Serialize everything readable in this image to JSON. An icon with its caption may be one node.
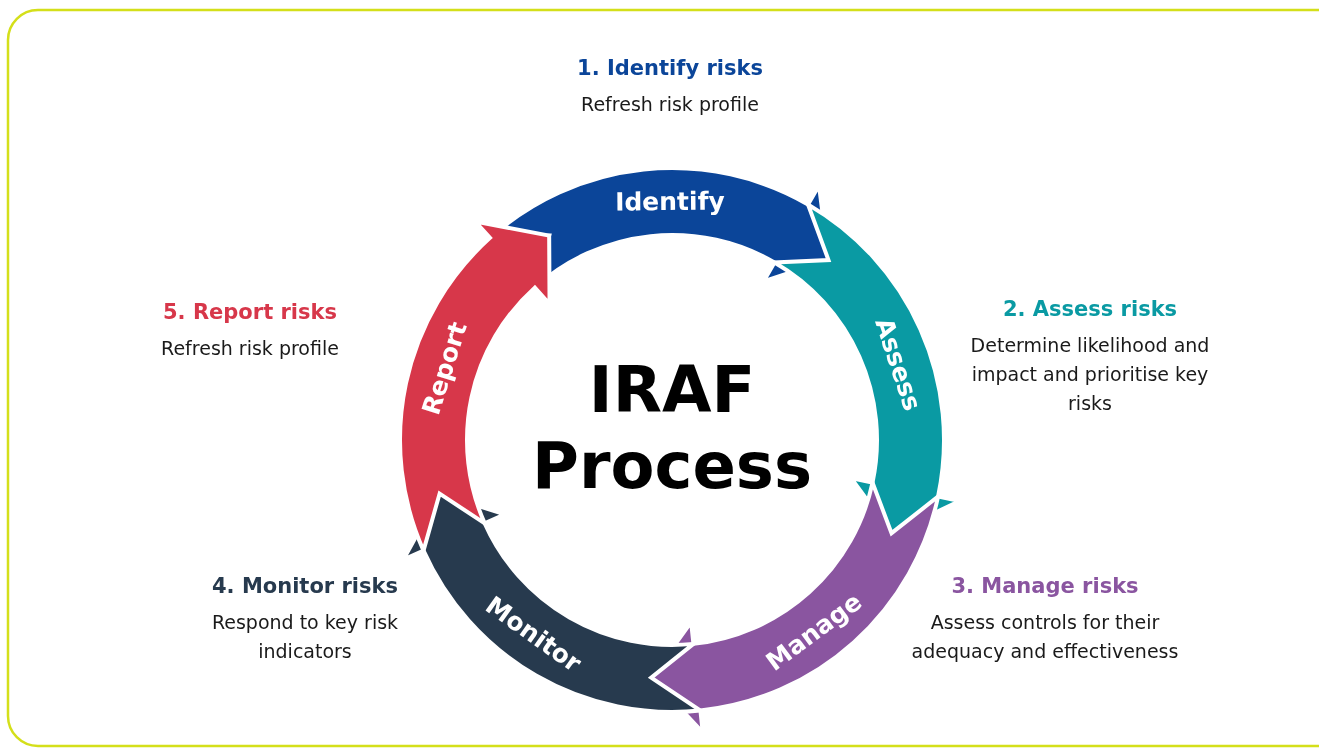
{
  "diagram": {
    "nodes": [
      {
        "text": [
          "Identify"
        ],
        "beside": [
          "1. Identify risks",
          "Refresh risk profile"
        ]
      },
      {
        "text": [
          "Assess"
        ],
        "beside": [
          "2. Assess risks",
          "Determine likelihood and impact and prioritise key risks"
        ]
      },
      {
        "text": [
          "Manage"
        ],
        "beside": [
          "3. Manage risks",
          "Assess controls for their adequacy and effectiveness"
        ]
      },
      {
        "text": [
          "Monitor"
        ],
        "beside": [
          "4. Monitor risks",
          "Respond to key risk indicators"
        ]
      },
      {
        "text": [
          "Report"
        ],
        "beside": [
          "5. Report risks",
          "Refresh risk profile"
        ]
      }
    ],
    "labels": [
      "IRAF Process"
    ]
  }
}
